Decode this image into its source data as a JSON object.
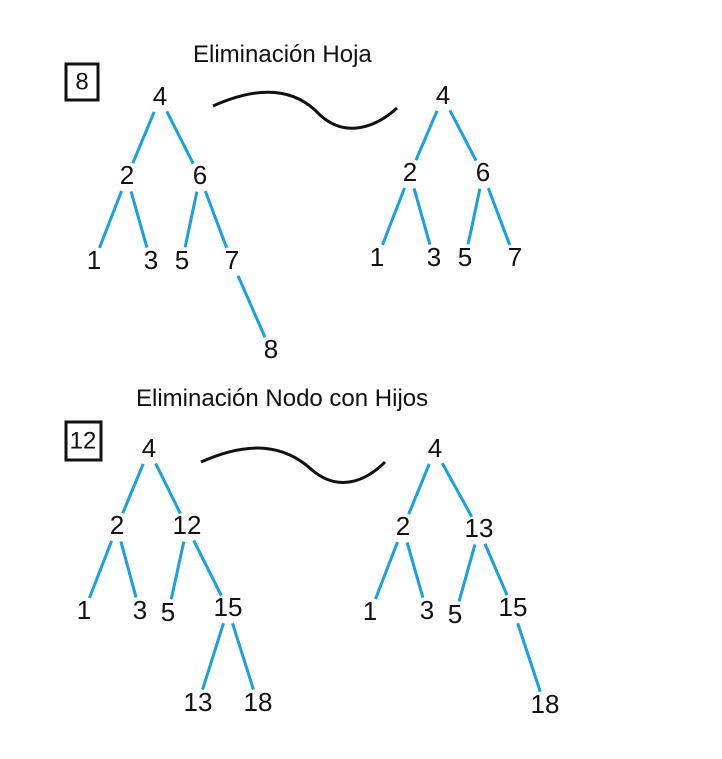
{
  "sections": [
    {
      "title": "Eliminación Hoja",
      "deleted_key": "8",
      "before": {
        "nodes": [
          {
            "id": "b1_4",
            "label": "4"
          },
          {
            "id": "b1_2",
            "label": "2"
          },
          {
            "id": "b1_6",
            "label": "6"
          },
          {
            "id": "b1_1",
            "label": "1"
          },
          {
            "id": "b1_3",
            "label": "3"
          },
          {
            "id": "b1_5",
            "label": "5"
          },
          {
            "id": "b1_7",
            "label": "7"
          },
          {
            "id": "b1_8",
            "label": "8"
          }
        ],
        "edges": [
          [
            "b1_4",
            "b1_2"
          ],
          [
            "b1_4",
            "b1_6"
          ],
          [
            "b1_2",
            "b1_1"
          ],
          [
            "b1_2",
            "b1_3"
          ],
          [
            "b1_6",
            "b1_5"
          ],
          [
            "b1_6",
            "b1_7"
          ],
          [
            "b1_7",
            "b1_8"
          ]
        ]
      },
      "after": {
        "nodes": [
          {
            "id": "a1_4",
            "label": "4"
          },
          {
            "id": "a1_2",
            "label": "2"
          },
          {
            "id": "a1_6",
            "label": "6"
          },
          {
            "id": "a1_1",
            "label": "1"
          },
          {
            "id": "a1_3",
            "label": "3"
          },
          {
            "id": "a1_5",
            "label": "5"
          },
          {
            "id": "a1_7",
            "label": "7"
          }
        ],
        "edges": [
          [
            "a1_4",
            "a1_2"
          ],
          [
            "a1_4",
            "a1_6"
          ],
          [
            "a1_2",
            "a1_1"
          ],
          [
            "a1_2",
            "a1_3"
          ],
          [
            "a1_6",
            "a1_5"
          ],
          [
            "a1_6",
            "a1_7"
          ]
        ]
      }
    },
    {
      "title": "Eliminación Nodo con Hijos",
      "deleted_key": "12",
      "before": {
        "nodes": [
          {
            "id": "b2_4",
            "label": "4"
          },
          {
            "id": "b2_2",
            "label": "2"
          },
          {
            "id": "b2_12",
            "label": "12"
          },
          {
            "id": "b2_1",
            "label": "1"
          },
          {
            "id": "b2_3",
            "label": "3"
          },
          {
            "id": "b2_5",
            "label": "5"
          },
          {
            "id": "b2_15",
            "label": "15"
          },
          {
            "id": "b2_13",
            "label": "13"
          },
          {
            "id": "b2_18",
            "label": "18"
          }
        ],
        "edges": [
          [
            "b2_4",
            "b2_2"
          ],
          [
            "b2_4",
            "b2_12"
          ],
          [
            "b2_2",
            "b2_1"
          ],
          [
            "b2_2",
            "b2_3"
          ],
          [
            "b2_12",
            "b2_5"
          ],
          [
            "b2_12",
            "b2_15"
          ],
          [
            "b2_15",
            "b2_13"
          ],
          [
            "b2_15",
            "b2_18"
          ]
        ]
      },
      "after": {
        "nodes": [
          {
            "id": "a2_4",
            "label": "4"
          },
          {
            "id": "a2_2",
            "label": "2"
          },
          {
            "id": "a2_13",
            "label": "13"
          },
          {
            "id": "a2_1",
            "label": "1"
          },
          {
            "id": "a2_3",
            "label": "3"
          },
          {
            "id": "a2_5",
            "label": "5"
          },
          {
            "id": "a2_15",
            "label": "15"
          },
          {
            "id": "a2_18",
            "label": "18"
          }
        ],
        "edges": [
          [
            "a2_4",
            "a2_2"
          ],
          [
            "a2_4",
            "a2_13"
          ],
          [
            "a2_2",
            "a2_1"
          ],
          [
            "a2_2",
            "a2_3"
          ],
          [
            "a2_13",
            "a2_5"
          ],
          [
            "a2_13",
            "a2_15"
          ],
          [
            "a2_15",
            "a2_18"
          ]
        ]
      }
    }
  ],
  "colors": {
    "edge": "#1aa0dc",
    "text": "#111111",
    "wave": "#111111"
  }
}
